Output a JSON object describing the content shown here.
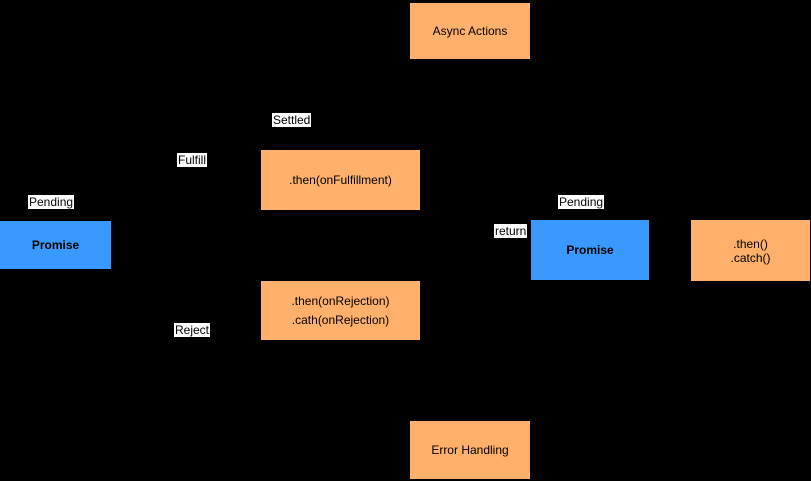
{
  "diagram": {
    "nodes": {
      "async_actions": {
        "label": "Async Actions"
      },
      "then_fulfillment": {
        "label": ".then(onFulfillment)"
      },
      "promise_left": {
        "label": "Promise"
      },
      "promise_right": {
        "label": "Promise"
      },
      "then_catch": {
        "line1": ".then()",
        "line2": ".catch()"
      },
      "then_rejection": {
        "line1": ".then(onRejection)",
        "line2": ".cath(onRejection)"
      },
      "error_handling": {
        "label": "Error Handling"
      }
    },
    "edge_labels": {
      "settled": "Settled",
      "fulfill": "Fulfill",
      "pending_left": "Pending",
      "return": "return",
      "pending_right": "Pending",
      "reject": "Reject"
    },
    "colors": {
      "background": "#000000",
      "node_orange": "#FFB06A",
      "node_blue": "#3999FF",
      "label_background": "#FFFFFF",
      "text": "#000000"
    }
  }
}
